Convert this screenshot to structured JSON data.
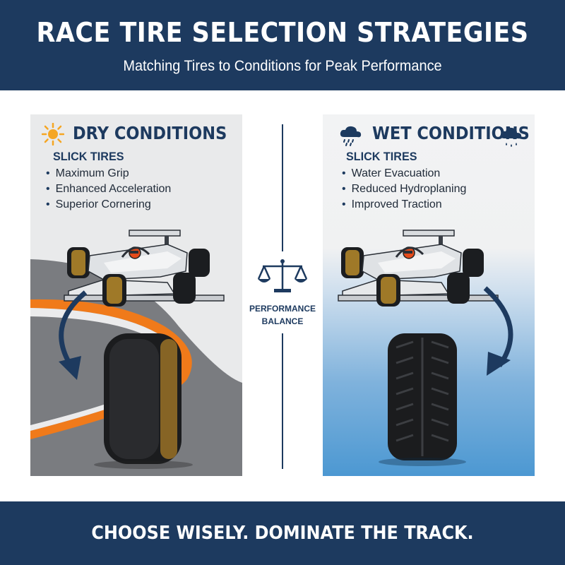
{
  "header": {
    "title": "RACE TIRE SELECTION STRATEGIES",
    "subtitle": "Matching Tires to Conditions for Peak Performance"
  },
  "dry": {
    "title": "DRY CONDITIONS",
    "icon": "sun-icon",
    "tire_type": "SLICK TIRES",
    "features": [
      "Maximum Grip",
      "Enhanced Acceleration",
      "Superior Cornering"
    ]
  },
  "wet": {
    "title": "WET CONDITIONS",
    "icon": "rain-cloud-icon",
    "tire_type": "SLICK TIRES",
    "features": [
      "Water Evacuation",
      "Reduced Hydroplaning",
      "Improved Traction"
    ]
  },
  "center": {
    "icon": "balance-scale-icon",
    "label_line1": "PERFORMANCE",
    "label_line2": "BALANCE"
  },
  "footer": {
    "text": "CHOOSE WISELY. DOMINATE THE TRACK."
  },
  "colors": {
    "navy": "#1d3a5f",
    "orange": "#f07a1a",
    "sun": "#f5a623",
    "wet_blue": "#4c98d2"
  }
}
